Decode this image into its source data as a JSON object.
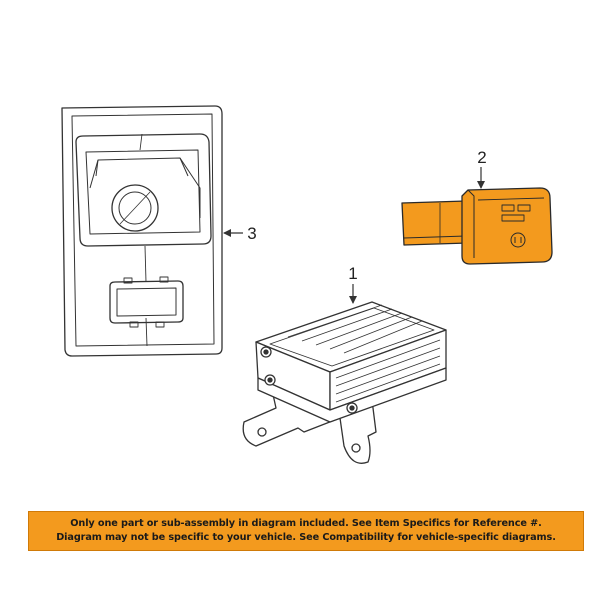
{
  "callouts": {
    "part_1": "1",
    "part_2": "2",
    "part_3": "3"
  },
  "colors": {
    "highlight": "#f39a1e",
    "line": "#333333",
    "background": "#ffffff"
  },
  "notice": {
    "line1": "Only one part or sub-assembly in diagram included. See Item Specifics for Reference #.",
    "line2": "Diagram may not be specific to your vehicle. See Compatibility for vehicle-specific diagrams."
  }
}
